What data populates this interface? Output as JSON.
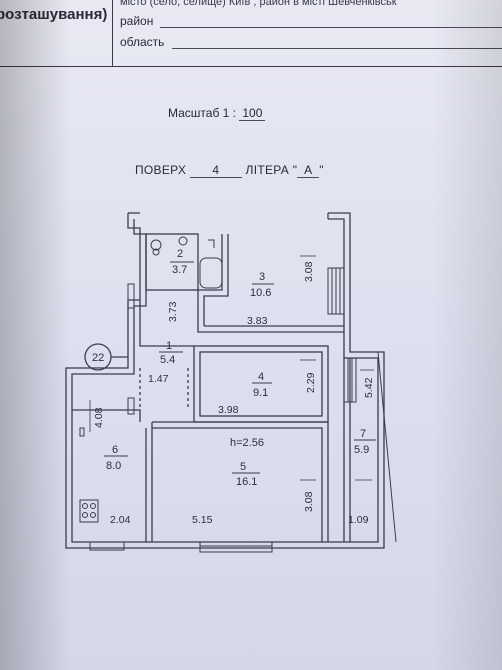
{
  "header": {
    "location_label": "розташування)",
    "top_line": "місто (село, селище)  Київ   , район в місті  Шевченківськ",
    "district_label": "район",
    "region_label": "область"
  },
  "scale": {
    "label": "Масштаб 1 :",
    "value": "100"
  },
  "floor": {
    "label": "ПОВЕРХ",
    "value": "4",
    "letter_label": "ЛІТЕРА \"",
    "letter_value": "А",
    "letter_close": "\""
  },
  "building_number": "22",
  "ceiling_height": "h=2.56",
  "rooms": [
    {
      "num": "1",
      "area": "5.4"
    },
    {
      "num": "2",
      "area": "3.7"
    },
    {
      "num": "3",
      "area": "10.6"
    },
    {
      "num": "4",
      "area": "9.1"
    },
    {
      "num": "5",
      "area": "16.1"
    },
    {
      "num": "6",
      "area": "8.0"
    },
    {
      "num": "7",
      "area": "5.9"
    }
  ],
  "dimensions": {
    "r3_height": "3.08",
    "r3_width": "3.83",
    "r1_top": "3.73",
    "r1_width": "1.47",
    "r4_height": "2.29",
    "r4_width": "3.98",
    "r7_height": "5.42",
    "r6_height": "4.08",
    "r6_width": "2.04",
    "r5_width": "5.15",
    "r5_height": "3.08",
    "r7_width": "1.09"
  }
}
